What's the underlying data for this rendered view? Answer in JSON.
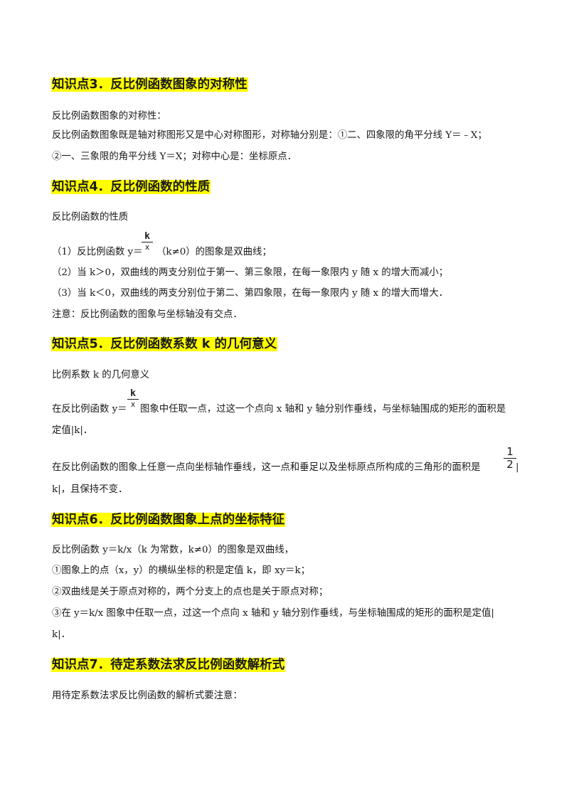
{
  "sections": [
    {
      "heading": "知识点3．反比例函数图象的对称性",
      "lines": [
        "反比例函数图象的对称性：",
        "反比例函数图象既是轴对称图形又是中心对称图形，对称轴分别是：①二、四象限的角平分线 Y＝﹣X；",
        "②一、三象限的角平分线 Y＝X；对称中心是：坐标原点．"
      ]
    },
    {
      "heading": "知识点4．反比例函数的性质",
      "lines": [
        "反比例函数的性质",
        "（1）反比例函数 y＝",
        "（k≠0）的图象是双曲线；",
        "（2）当 k＞0，双曲线的两支分别位于第一、第三象限，在每一象限内 y 随 x 的增大而减小；",
        "（3）当 k＜0，双曲线的两支分别位于第二、第四象限，在每一象限内 y 随 x 的增大而增大．",
        "注意：反比例函数的图象与坐标轴没有交点．"
      ],
      "fraction": {
        "numerator": "k",
        "denominator": "x"
      }
    },
    {
      "heading": "知识点5．反比例函数系数 k 的几何意义",
      "lines": [
        "比例系数 k 的几何意义",
        "在反比例函数 y＝",
        "图象中任取一点，过这一个点向 x 轴和 y 轴分别作垂线，与坐标轴围成的矩形的面积是",
        "定值|k|．",
        "在反比例函数的图象上任意一点向坐标轴作垂线，这一点和垂足以及坐标原点所构成的三角形的面积是",
        "|",
        "k|，且保持不变．"
      ],
      "fraction": {
        "numerator": "k",
        "denominator": "x"
      },
      "fraction_half": {
        "numerator": "1",
        "denominator": "2"
      }
    },
    {
      "heading": "知识点6．反比例函数图象上点的坐标特征",
      "lines": [
        "反比例函数 y＝k/x（k 为常数，k≠0）的图象是双曲线，",
        "①图象上的点（x，y）的横纵坐标的积是定值 k，即 xy＝k；",
        "②双曲线是关于原点对称的，两个分支上的点也是关于原点对称；",
        "③在 y＝k/x 图象中任取一点，过这一个点向 x 轴和 y 轴分别作垂线，与坐标轴围成的矩形的面积是定值|",
        "k|．"
      ]
    },
    {
      "heading": "知识点7．待定系数法求反比例函数解析式",
      "lines": [
        "用待定系数法求反比例函数的解析式要注意："
      ]
    }
  ]
}
